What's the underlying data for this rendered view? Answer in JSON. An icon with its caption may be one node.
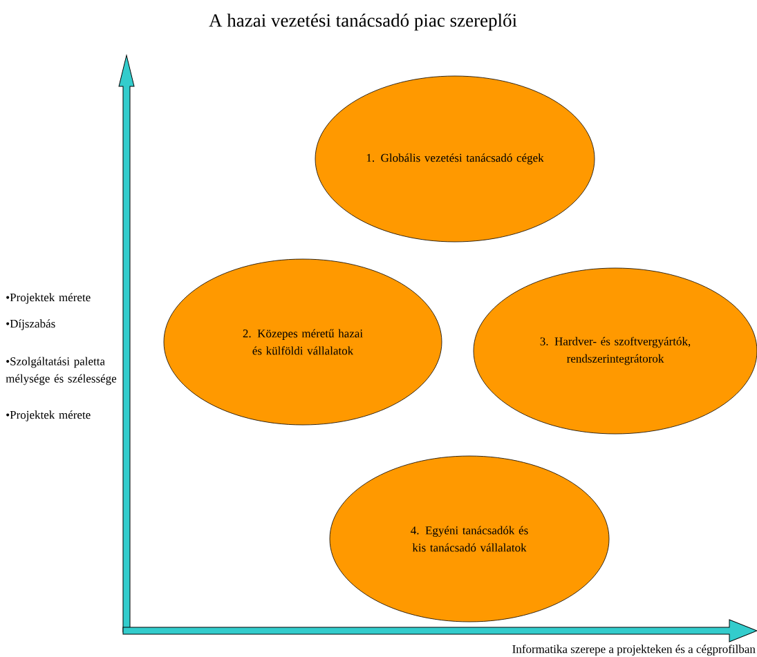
{
  "diagram": {
    "title": "A hazai vezetési tanácsadó piac szereplői",
    "nodes": [
      {
        "text": [
          "1. Globális vezetési tanácsadó cégek"
        ]
      },
      {
        "text": [
          "2. Közepes méretű hazai és külföldi vállalatok"
        ]
      },
      {
        "text": [
          "3. Hardver- és szoftvergyártók, rendszerintegrátorok"
        ]
      },
      {
        "text": [
          "4. Egyéni tanácsadók és kis tanácsadó vállalatok"
        ]
      }
    ],
    "labels": [
      "•Projektek mérete",
      "•Díjszabás",
      "•Szolgáltatási paletta mélysége és szélessége",
      "•Projektek mérete",
      "Informatika szerepe a projekteken és a cégprofilban"
    ]
  }
}
